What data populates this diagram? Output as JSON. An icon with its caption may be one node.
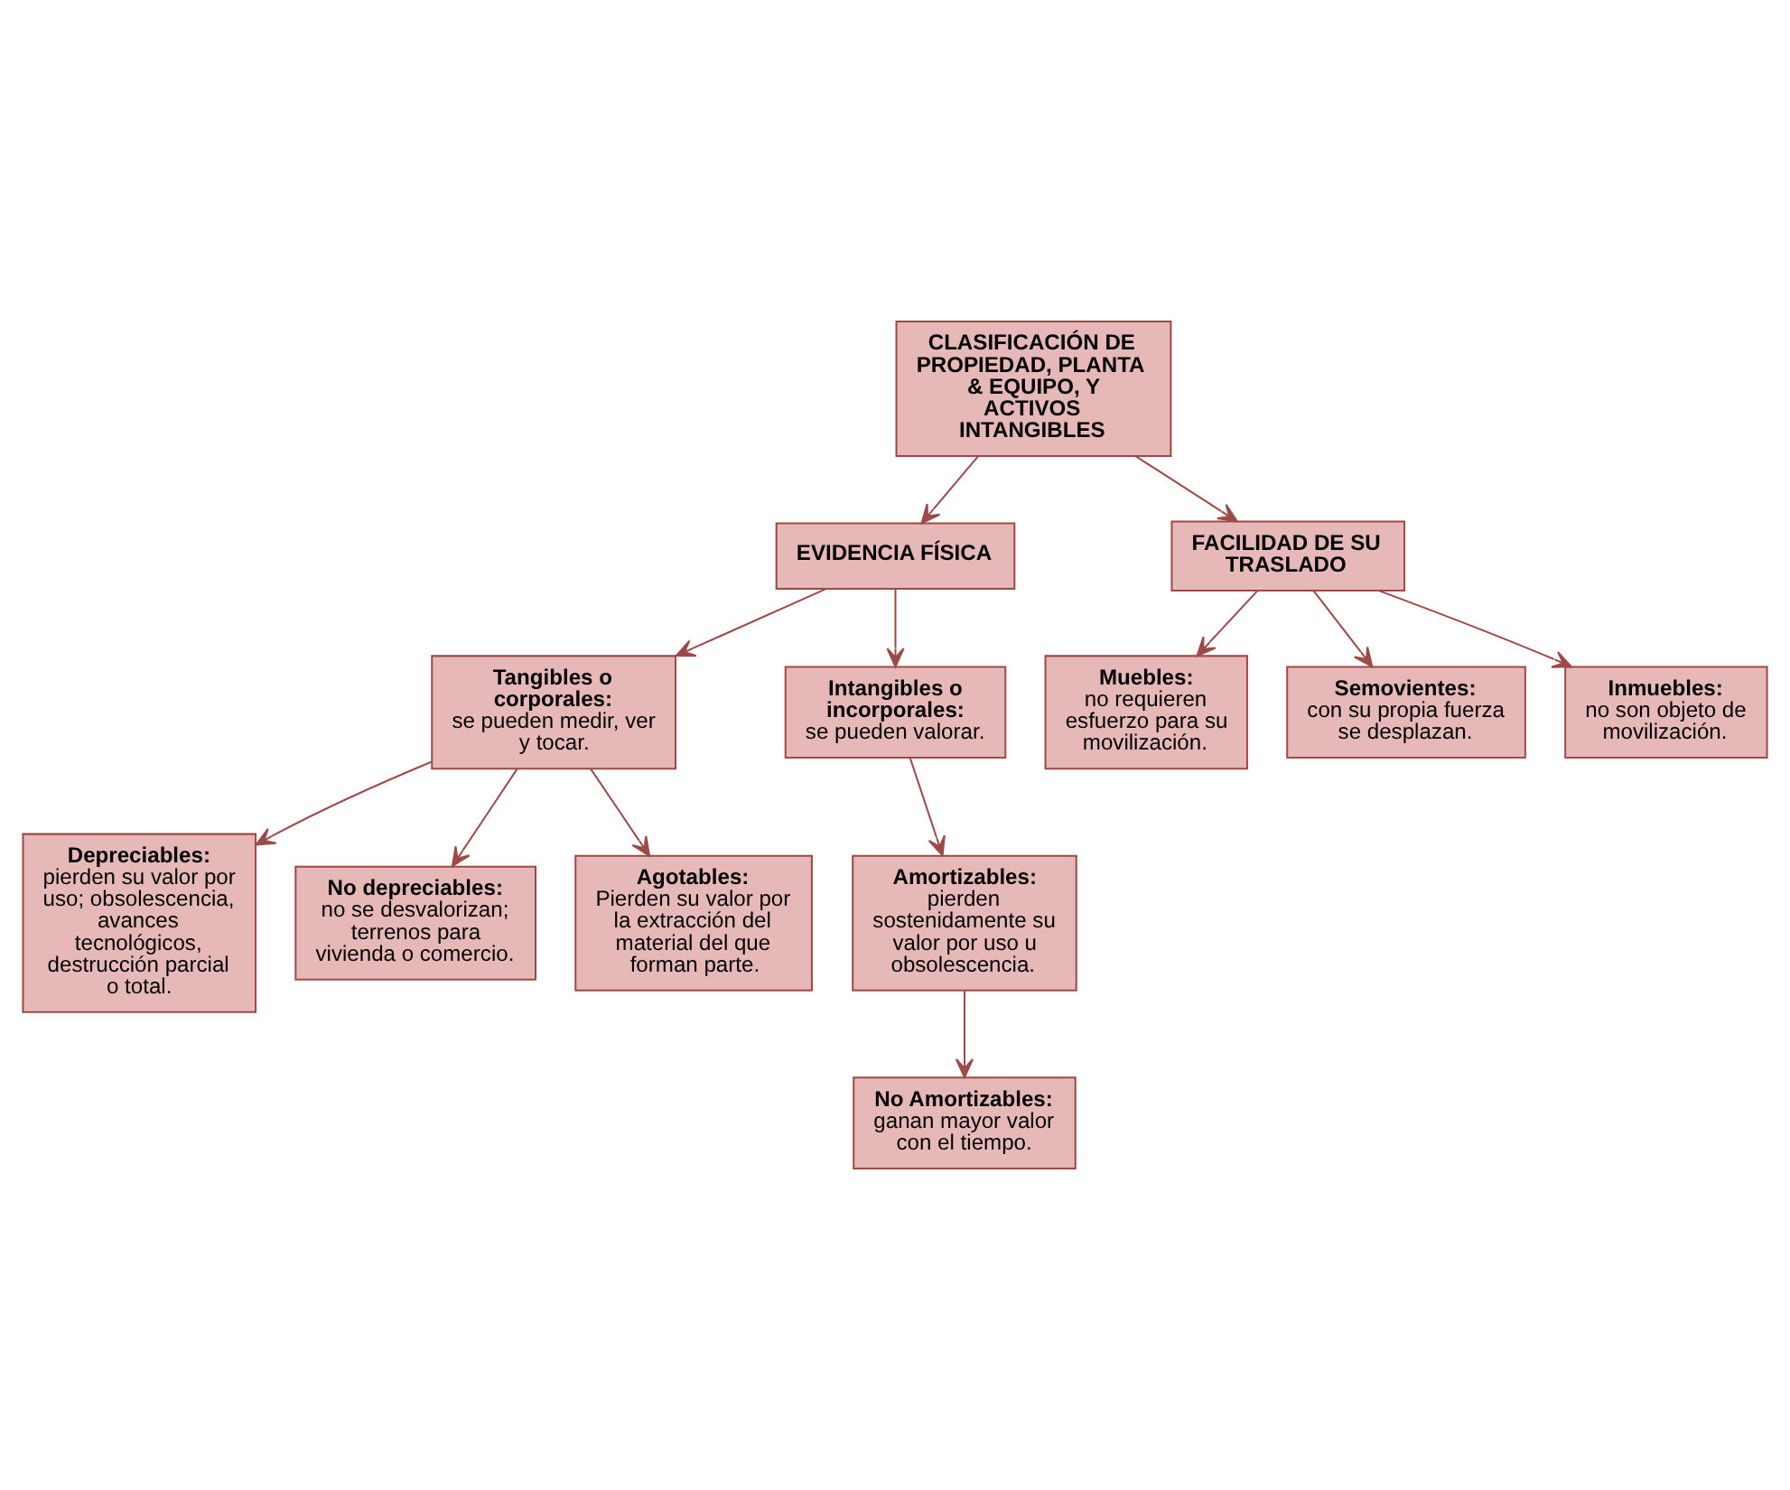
{
  "diagram": {
    "nodes": [
      {
        "text": [
          "CLASIFICACIÓN DE PROPIEDAD, PLANTA & EQUIPO, Y ACTIVOS INTANGIBLES"
        ]
      },
      {
        "text": [
          "EVIDENCIA FÍSICA"
        ]
      },
      {
        "text": [
          "Tangibles o corporales:",
          "se pueden medir, ver y tocar."
        ]
      },
      {
        "text": [
          "Intangibles o incorporales:",
          "se pueden valorar."
        ]
      },
      {
        "text": [
          "Depreciables:",
          "pierden su valor por uso; obsolescencia, avances tecnológicos, destrucción parcial o total."
        ]
      },
      {
        "text": [
          "No depreciables:",
          "no se desvalorizan; terrenos para vivienda o comercio."
        ]
      },
      {
        "text": [
          "Agotables:",
          "Pierden su valor por la extracción del material del que forman parte."
        ]
      },
      {
        "text": [
          "Amortizables:",
          "pierden sostenidamente su valor por uso u obsolescencia."
        ]
      },
      {
        "text": [
          "No Amortizables:",
          "ganan mayor valor con el tiempo."
        ]
      },
      {
        "text": [
          "FACILIDAD DE SU TRASLADO"
        ]
      },
      {
        "text": [
          "Muebles:",
          "no requieren esfuerzo para su movilización."
        ]
      },
      {
        "text": [
          "Semovientes:",
          "con su propia fuerza se desplazan."
        ]
      },
      {
        "text": [
          "Inmuebles:",
          "no son objeto de movilización."
        ]
      }
    ],
    "edges": [
      {
        "from": 0,
        "to": 1,
        "arrow": "to"
      },
      {
        "from": 0,
        "to": 9,
        "arrow": "to"
      },
      {
        "from": 1,
        "to": 2,
        "arrow": "to"
      },
      {
        "from": 1,
        "to": 3,
        "arrow": "to"
      },
      {
        "from": 2,
        "to": 4,
        "arrow": "to"
      },
      {
        "from": 2,
        "to": 5,
        "arrow": "to"
      },
      {
        "from": 2,
        "to": 6,
        "arrow": "to"
      },
      {
        "from": 3,
        "to": 7,
        "arrow": "to"
      },
      {
        "from": 7,
        "to": 8,
        "arrow": "to"
      },
      {
        "from": 9,
        "to": 10,
        "arrow": "to"
      },
      {
        "from": 9,
        "to": 11,
        "arrow": "to"
      },
      {
        "from": 9,
        "to": 12,
        "arrow": "to"
      }
    ]
  }
}
